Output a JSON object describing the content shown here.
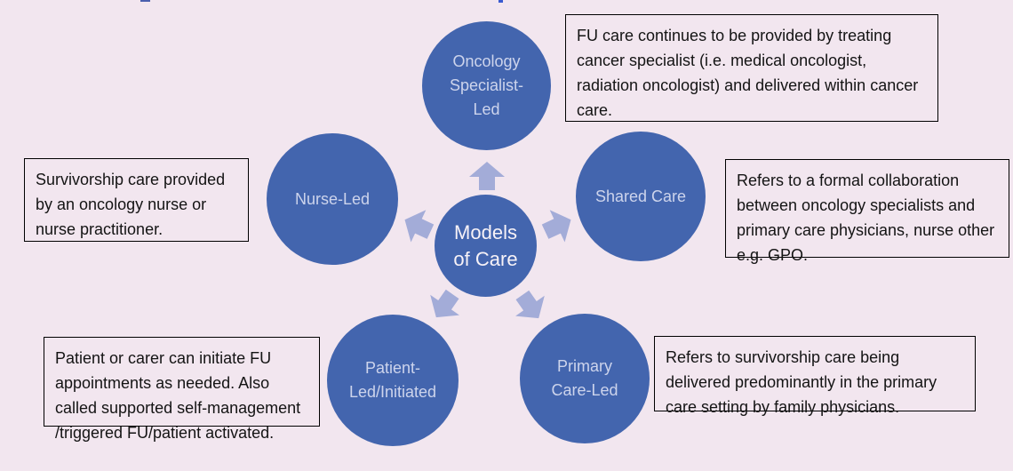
{
  "diagram": {
    "center": {
      "label": "Models\nof Care"
    },
    "nodes": {
      "oncology": {
        "label": "Oncology\nSpecialist-\nLed"
      },
      "nurse": {
        "label": "Nurse-Led"
      },
      "shared": {
        "label": "Shared Care"
      },
      "patient": {
        "label": "Patient-\nLed/Initiated"
      },
      "primary": {
        "label": "Primary\nCare-Led"
      }
    },
    "descriptions": {
      "oncology": "FU care continues to be provided by treating cancer specialist (i.e. medical oncologist, radiation oncologist) and delivered within cancer care.",
      "nurse": "Survivorship care provided by an oncology nurse or nurse practitioner.",
      "shared": "Refers to a formal collaboration between oncology specialists and primary care physicians, nurse other e.g. GPO.",
      "patient": "Patient or carer can initiate FU appointments as needed. Also called supported self-management /triggered FU/patient activated.",
      "primary": "Refers to survivorship care being delivered predominantly in the primary care setting by family physicians."
    },
    "colors": {
      "background": "#f2e6ef",
      "circle_fill": "#4365ae",
      "circle_label": "#cdd4ec",
      "center_label": "#f7f2f7",
      "arrow": "#a3acd8",
      "box_border": "#000000",
      "box_text": "#141414"
    }
  }
}
